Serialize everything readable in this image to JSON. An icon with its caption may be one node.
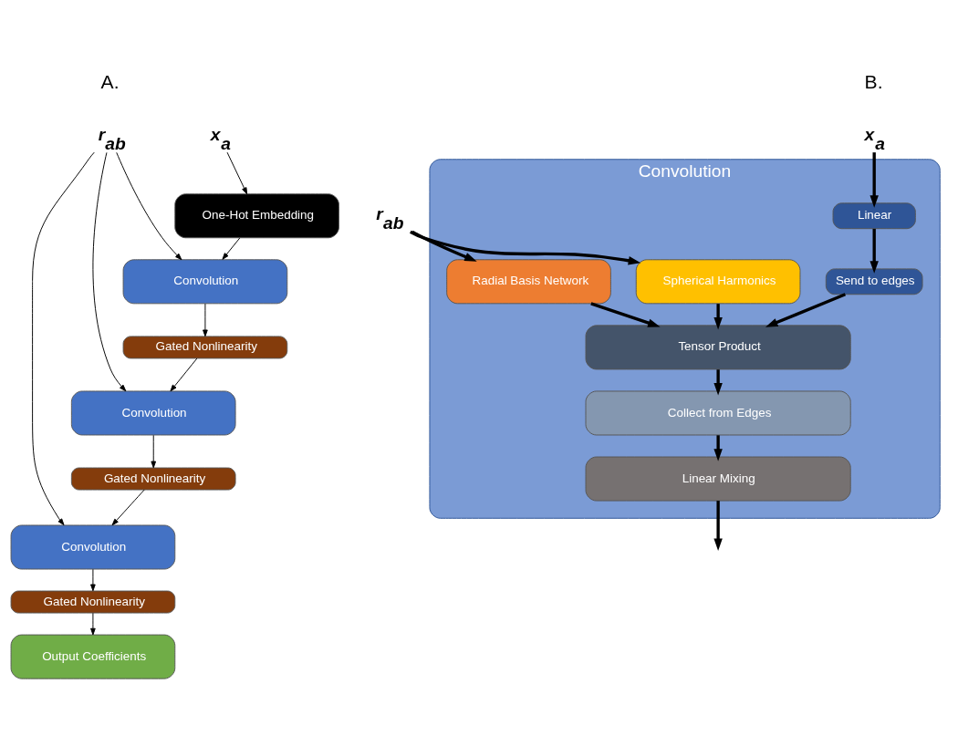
{
  "diagram": {
    "nodes": [
      {
        "text": [
          "r$_{ab}$"
        ]
      },
      {
        "text": [
          "x$_{a}$"
        ]
      },
      {
        "text": [
          "One-Hot Embedding"
        ]
      },
      {
        "text": [
          "Convolution"
        ]
      },
      {
        "text": [
          "Gated Nonlinearity"
        ]
      },
      {
        "text": [
          "Convolution"
        ]
      },
      {
        "text": [
          "Gated Nonlinearity"
        ]
      },
      {
        "text": [
          "Convolution"
        ]
      },
      {
        "text": [
          "Gated Nonlinearity"
        ]
      },
      {
        "text": [
          "Output Coefficients"
        ]
      },
      {
        "text": [
          "Convolution"
        ]
      },
      {
        "text": [
          "x$_{a}$"
        ]
      },
      {
        "text": [
          "r$_{ab}$"
        ]
      },
      {
        "text": [
          "Linear"
        ],
        "in": 10
      },
      {
        "text": [
          "Send to edges"
        ],
        "in": 10
      },
      {
        "text": [
          "Radial Basis Network"
        ],
        "in": 10
      },
      {
        "text": [
          "Spherical Harmonics"
        ],
        "in": 10
      },
      {
        "text": [
          "Tensor Product"
        ],
        "in": 10
      },
      {
        "text": [
          "Collect from Edges"
        ],
        "in": 10
      },
      {
        "text": [
          "Linear Mixing"
        ],
        "in": 10
      }
    ],
    "edges": [
      {
        "from": 1,
        "to": 2,
        "arrow": "to"
      },
      {
        "from": 2,
        "to": 3,
        "arrow": "to"
      },
      {
        "from": 3,
        "to": 4,
        "arrow": "to"
      },
      {
        "from": 4,
        "to": 5,
        "arrow": "to"
      },
      {
        "from": 5,
        "to": 6,
        "arrow": "to"
      },
      {
        "from": 6,
        "to": 7,
        "arrow": "to"
      },
      {
        "from": 7,
        "to": 8,
        "arrow": "to"
      },
      {
        "from": 8,
        "to": 9,
        "arrow": "to"
      },
      {
        "from": 0,
        "to": 3,
        "arrow": "to"
      },
      {
        "from": 0,
        "to": 5,
        "arrow": "to"
      },
      {
        "from": 0,
        "to": 7,
        "arrow": "to"
      },
      {
        "from": 11,
        "to": 13,
        "arrow": "to",
        "style": "thick"
      },
      {
        "from": 13,
        "to": 14,
        "arrow": "to",
        "style": "thick"
      },
      {
        "from": 12,
        "to": 15,
        "arrow": "to",
        "style": "thick"
      },
      {
        "from": 12,
        "to": 16,
        "arrow": "to",
        "style": "thick"
      },
      {
        "from": 15,
        "to": 17,
        "arrow": "to",
        "style": "thick"
      },
      {
        "from": 16,
        "to": 17,
        "arrow": "to",
        "style": "thick"
      },
      {
        "from": 14,
        "to": 17,
        "arrow": "to",
        "style": "thick"
      },
      {
        "from": 17,
        "to": 18,
        "arrow": "to",
        "style": "thick"
      },
      {
        "from": 18,
        "to": 19,
        "arrow": "to",
        "style": "thick"
      },
      {
        "from": 19,
        "to": null,
        "arrow": "to",
        "style": "thick"
      }
    ],
    "labels": [
      "A.",
      "B."
    ]
  }
}
